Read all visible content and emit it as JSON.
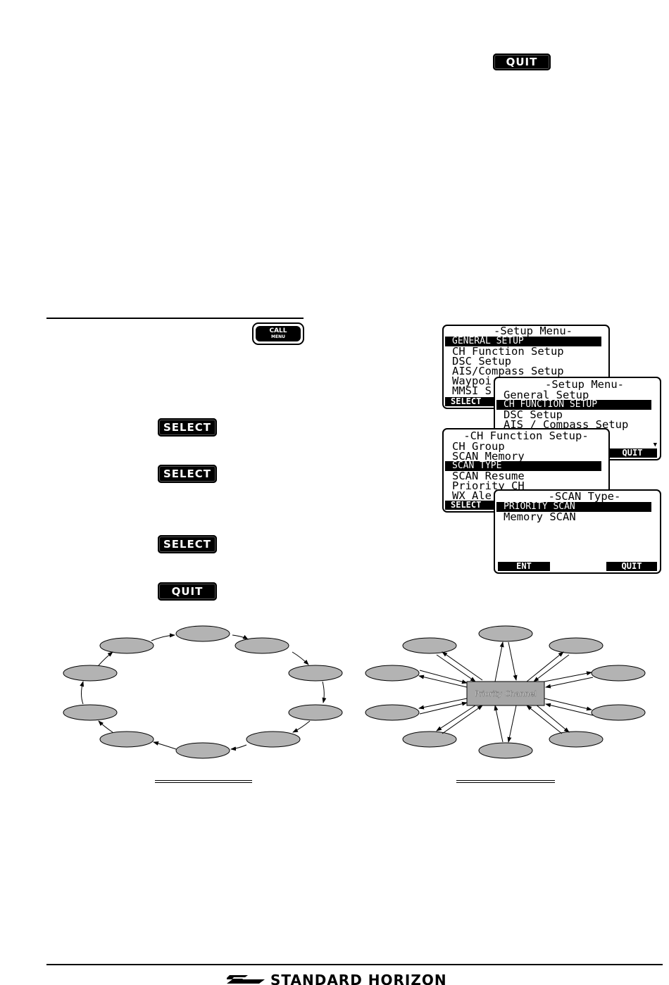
{
  "header_key": {
    "label": "QUIT"
  },
  "call_key": {
    "line1": "CALL",
    "line2": "MENU"
  },
  "steps": {
    "select1": "SELECT",
    "select2": "SELECT",
    "select3": "SELECT",
    "quit": "QUIT"
  },
  "screen1": {
    "title": "-Setup Menu-",
    "items": [
      "GENERAL SETUP",
      "CH Function Setup",
      "DSC Setup",
      "AIS/Compass Setup",
      "Waypoi",
      "MMSI S"
    ],
    "left_key": "SELECT"
  },
  "screen2": {
    "title": "-Setup Menu-",
    "items": [
      "General Setup",
      "CH FUNCTION SETUP",
      "DSC Setup",
      "AIS / Compass Setup"
    ],
    "right_key": "QUIT"
  },
  "screen3": {
    "title": "-CH Function Setup-",
    "items": [
      "CH Group",
      "SCAN Memory",
      "SCAN TYPE",
      "SCAN Resume",
      "Priority CH",
      "WX Ale"
    ],
    "left_key": "SELECT"
  },
  "screen4": {
    "title": "-SCAN Type-",
    "items": [
      "PRIORITY SCAN",
      "Memory SCAN"
    ],
    "left_key": "ENT",
    "right_key": "QUIT"
  },
  "priority_diagram": {
    "center_label": "Priority Channel"
  },
  "footer": {
    "brand": "STANDARD HORIZON"
  },
  "colors": {
    "node_fill": "#b3b3b3",
    "ink": "#000000"
  }
}
